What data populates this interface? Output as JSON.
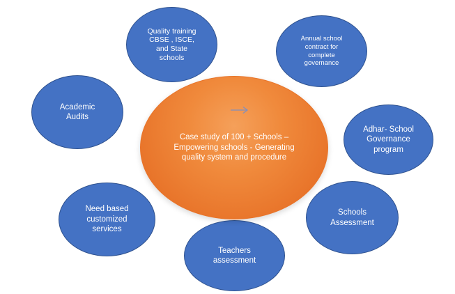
{
  "diagram": {
    "center": {
      "label": "Case study of 100 + Schools – Empowering schools - Generating quality system and procedure"
    },
    "nodes": {
      "quality": {
        "label": "Quality training CBSE , ISCE, and State schools"
      },
      "annual": {
        "label": "Annual school contract for complete governance"
      },
      "academic": {
        "label": "Academic Audits"
      },
      "adhar": {
        "label": "Adhar- School Governance program"
      },
      "need": {
        "label": "Need based customized services"
      },
      "schools": {
        "label": "Schools Assessment"
      },
      "teachers": {
        "label": "Teachers assessment"
      }
    },
    "colors": {
      "satellite_fill": "#4472c4",
      "satellite_border": "#2f528f",
      "center_fill": "#f08a3c",
      "arrow": "#7f8fbf"
    },
    "arrow_icon": "right-arrow-icon"
  }
}
